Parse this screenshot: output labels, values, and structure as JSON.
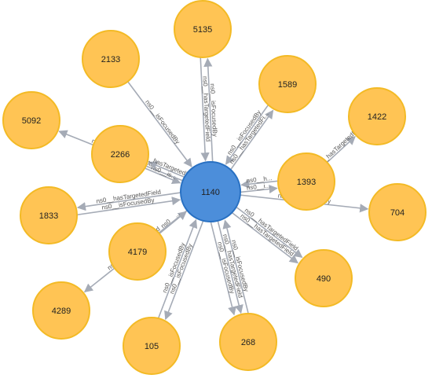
{
  "graph": {
    "center": {
      "id": "1140",
      "color": "#4c8eda"
    },
    "node_color": "#ffc454",
    "node_stroke": "#f3ba25",
    "center_stroke": "#2870c2",
    "edge_color": "#a5abb6",
    "nodes": [
      {
        "id": "5135"
      },
      {
        "id": "2133"
      },
      {
        "id": "1589"
      },
      {
        "id": "1422"
      },
      {
        "id": "5092"
      },
      {
        "id": "2266"
      },
      {
        "id": "1393"
      },
      {
        "id": "1833"
      },
      {
        "id": "704"
      },
      {
        "id": "4179"
      },
      {
        "id": "490"
      },
      {
        "id": "4289"
      },
      {
        "id": "105"
      },
      {
        "id": "268"
      }
    ],
    "edges": [
      {
        "from": "5135",
        "to": "1140",
        "label": "ns0__hasTargetedField"
      },
      {
        "from": "1140",
        "to": "5135",
        "label": "ns0__isFocusedBy"
      },
      {
        "from": "2133",
        "to": "1140",
        "label": "ns0__isFocusedBy"
      },
      {
        "from": "1589",
        "to": "1140",
        "label": "ns0__isFocusedBy"
      },
      {
        "from": "1140",
        "to": "1589",
        "label": "ns0__hasTargetedFi..."
      },
      {
        "from": "1393",
        "to": "1422",
        "label": "ns0__hasTargetedField"
      },
      {
        "from": "1140",
        "to": "5092",
        "label": "ns0__hasTargetedField"
      },
      {
        "from": "2266",
        "to": "1140",
        "label": "ns0__is..."
      },
      {
        "from": "1140",
        "to": "2266",
        "label": "ns0__hasTargetedFie..."
      },
      {
        "from": "1393",
        "to": "1140",
        "label": "ns0__h..."
      },
      {
        "from": "1140",
        "to": "1393",
        "label": "ns0__i..."
      },
      {
        "from": "1833",
        "to": "1140",
        "label": "ns0__isFocusedBy"
      },
      {
        "from": "1140",
        "to": "1833",
        "label": "ns0__hasTargetedField"
      },
      {
        "from": "1140",
        "to": "704",
        "label": "ns0__isFocusedBy"
      },
      {
        "from": "4179",
        "to": "1140",
        "label": "ns0__..."
      },
      {
        "from": "1140",
        "to": "490",
        "label": "ns0__hasTargetedField"
      },
      {
        "from": "1140",
        "to": "4289",
        "label": "ns0__hasTargetedField"
      },
      {
        "from": "105",
        "to": "1140",
        "label": "ns0__isFocusedBy"
      },
      {
        "from": "1140",
        "to": "105",
        "label": "ns0__isFocusedBy"
      },
      {
        "from": "268",
        "to": "1140",
        "label": "ns0__isFocusedBy"
      },
      {
        "from": "1140",
        "to": "268",
        "label": "ns0__hasTargetedField"
      },
      {
        "from": "1140",
        "to": "268",
        "label": "ns0__isFocusedBy"
      },
      {
        "from": "1140",
        "to": "490",
        "label": "ns0__hasTargetedField"
      }
    ]
  }
}
